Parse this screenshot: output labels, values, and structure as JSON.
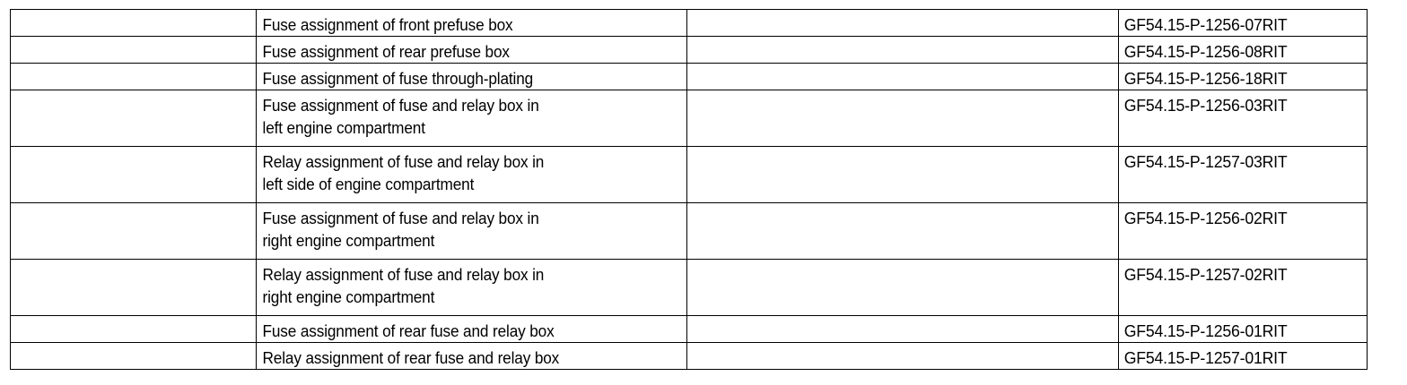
{
  "document": {
    "type": "specification-reference-table",
    "columns": [
      {
        "key": "reference",
        "header": "",
        "empty": true
      },
      {
        "key": "description",
        "header": "",
        "empty": false
      },
      {
        "key": "notes",
        "header": "",
        "empty": true
      },
      {
        "key": "document_number",
        "header": "",
        "empty": false
      }
    ],
    "rows": [
      {
        "reference": "",
        "description": "Fuse assignment of front prefuse box",
        "notes": "",
        "document_number": "GF54.15-P-1256-07RIT",
        "lines": 1
      },
      {
        "reference": "",
        "description": "Fuse assignment of rear prefuse box",
        "notes": "",
        "document_number": "GF54.15-P-1256-08RIT",
        "lines": 1
      },
      {
        "reference": "",
        "description": "Fuse assignment of fuse through-plating",
        "notes": "",
        "document_number": "GF54.15-P-1256-18RIT",
        "lines": 1
      },
      {
        "reference": "",
        "description": "Fuse assignment of fuse and relay box in\nleft engine compartment",
        "notes": "",
        "document_number": "GF54.15-P-1256-03RIT",
        "lines": 2
      },
      {
        "reference": "",
        "description": "Relay assignment of fuse and relay box in\nleft side of engine compartment",
        "notes": "",
        "document_number": "GF54.15-P-1257-03RIT",
        "lines": 2
      },
      {
        "reference": "",
        "description": "Fuse assignment of fuse and relay box in\nright engine compartment",
        "notes": "",
        "document_number": "GF54.15-P-1256-02RIT",
        "lines": 2
      },
      {
        "reference": "",
        "description": "Relay assignment of fuse and relay box in\nright engine compartment",
        "notes": "",
        "document_number": "GF54.15-P-1257-02RIT",
        "lines": 2
      },
      {
        "reference": "",
        "description": "Fuse assignment of rear fuse and relay box",
        "notes": "",
        "document_number": "GF54.15-P-1256-01RIT",
        "lines": 1
      },
      {
        "reference": "",
        "description": "Relay assignment of rear fuse and relay box",
        "notes": "",
        "document_number": "GF54.15-P-1257-01RIT",
        "lines": 1
      }
    ]
  },
  "style": {
    "border_color": "#000000",
    "text_color": "#000000",
    "background_color": "#ffffff"
  }
}
